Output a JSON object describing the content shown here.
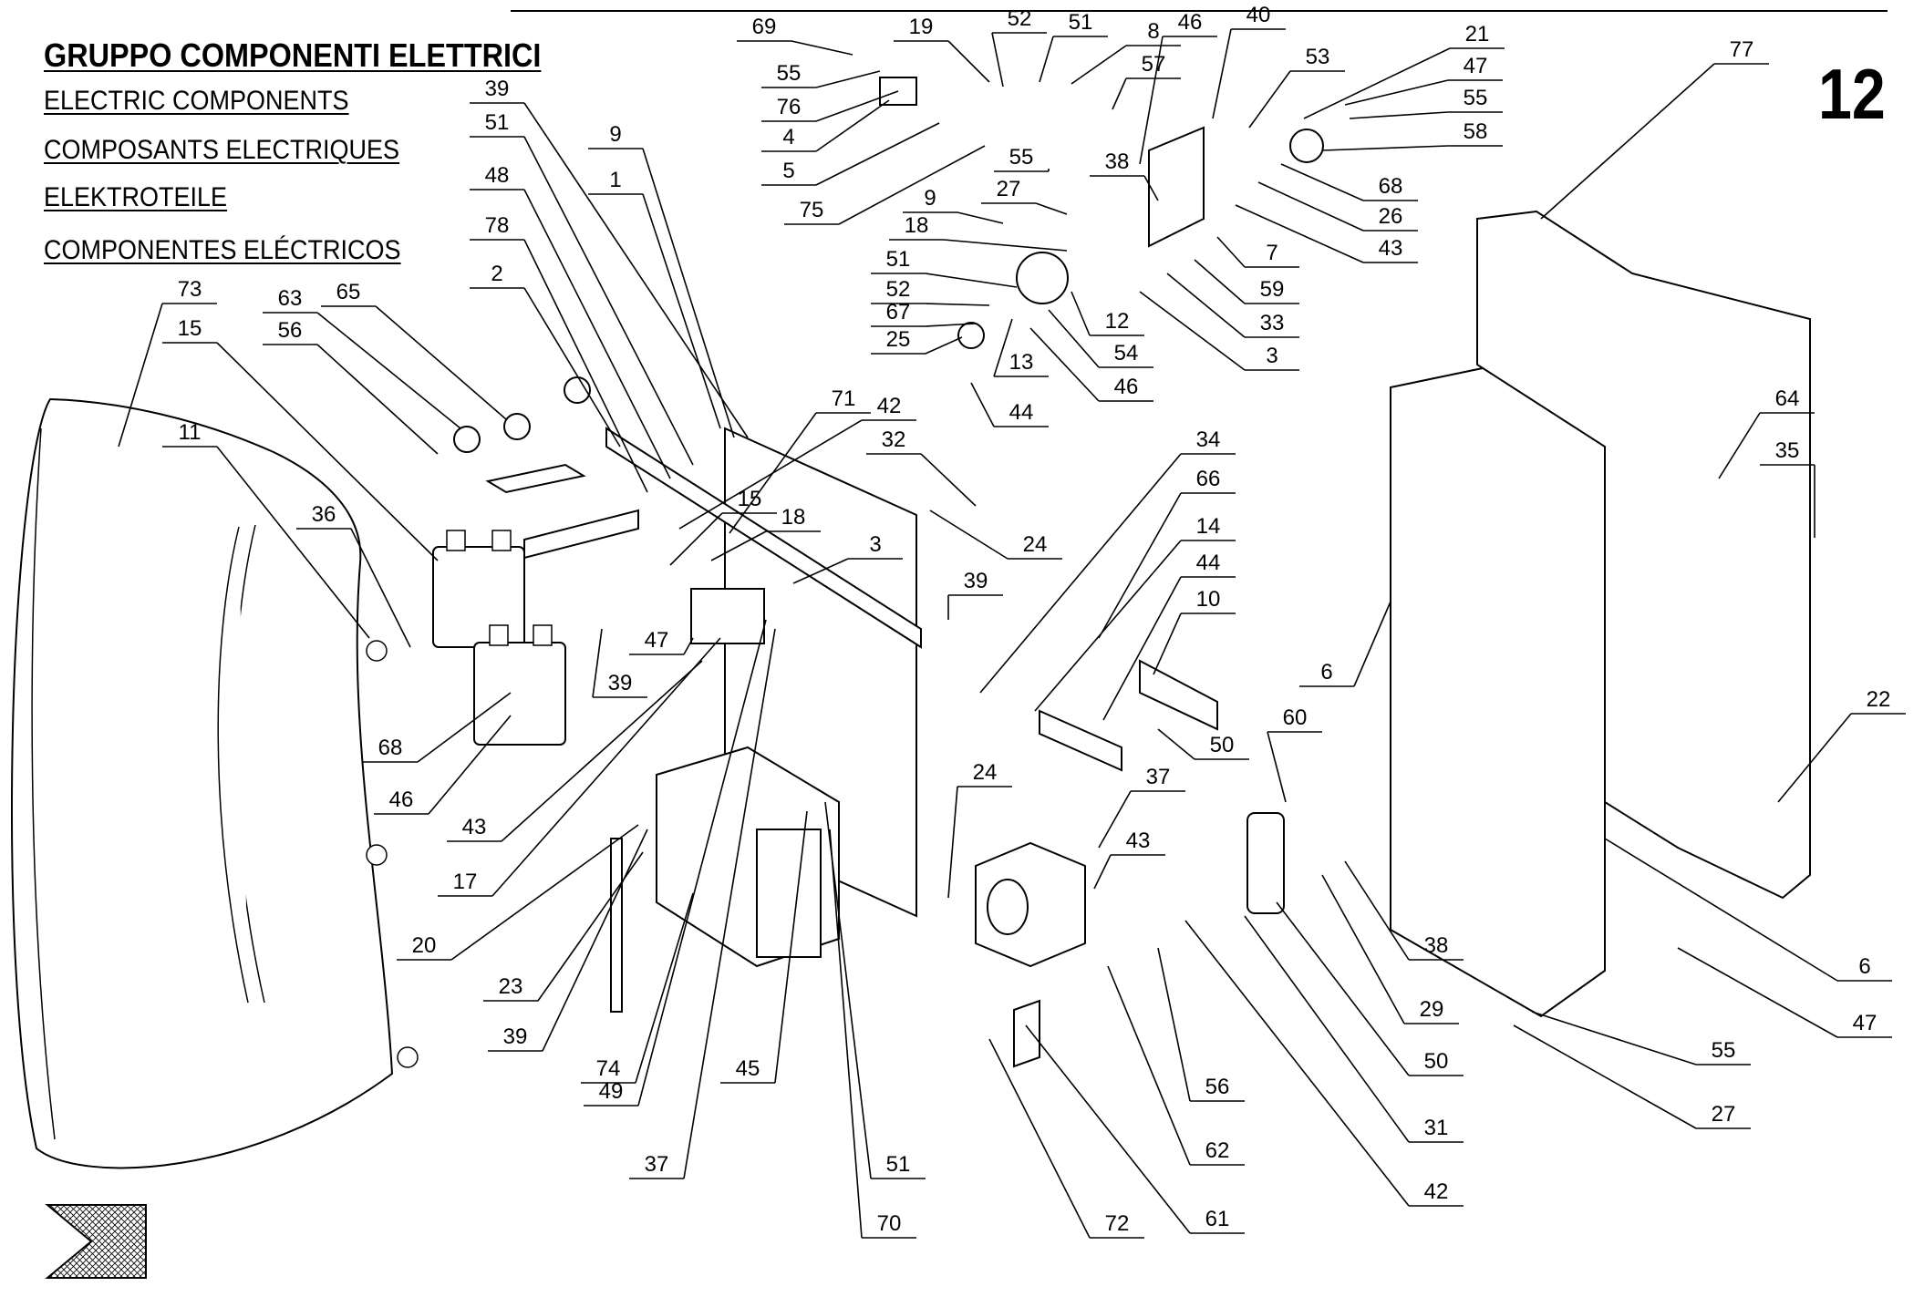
{
  "title": {
    "main": "GRUPPO COMPONENTI ELETTRICI",
    "english": "ELECTRIC COMPONENTS",
    "french": "COMPOSANTS ELECTRIQUES",
    "german": "ELEKTROTEILE",
    "spanish": "COMPONENTES ELÉCTRICOS"
  },
  "page_number": "12",
  "callouts": [
    {
      "id": "c69",
      "n": "69"
    },
    {
      "id": "c19",
      "n": "19"
    },
    {
      "id": "c52a",
      "n": "52"
    },
    {
      "id": "c51a",
      "n": "51"
    },
    {
      "id": "c8",
      "n": "8"
    },
    {
      "id": "c46a",
      "n": "46"
    },
    {
      "id": "c40",
      "n": "40"
    },
    {
      "id": "c53",
      "n": "53"
    },
    {
      "id": "c21",
      "n": "21"
    },
    {
      "id": "c47a",
      "n": "47"
    },
    {
      "id": "c55a",
      "n": "55"
    },
    {
      "id": "c58",
      "n": "58"
    },
    {
      "id": "c57",
      "n": "57"
    },
    {
      "id": "c55b",
      "n": "55"
    },
    {
      "id": "c76",
      "n": "76"
    },
    {
      "id": "c4",
      "n": "4"
    },
    {
      "id": "c5",
      "n": "5"
    },
    {
      "id": "c75",
      "n": "75"
    },
    {
      "id": "c55c",
      "n": "55"
    },
    {
      "id": "c38a",
      "n": "38"
    },
    {
      "id": "c27a",
      "n": "27"
    },
    {
      "id": "c9a",
      "n": "9"
    },
    {
      "id": "c18a",
      "n": "18"
    },
    {
      "id": "c51b",
      "n": "51"
    },
    {
      "id": "c52b",
      "n": "52"
    },
    {
      "id": "c67",
      "n": "67"
    },
    {
      "id": "c25",
      "n": "25"
    },
    {
      "id": "c68a",
      "n": "68"
    },
    {
      "id": "c26",
      "n": "26"
    },
    {
      "id": "c43a",
      "n": "43"
    },
    {
      "id": "c7",
      "n": "7"
    },
    {
      "id": "c59",
      "n": "59"
    },
    {
      "id": "c33",
      "n": "33"
    },
    {
      "id": "c3a",
      "n": "3"
    },
    {
      "id": "c12",
      "n": "12"
    },
    {
      "id": "c54",
      "n": "54"
    },
    {
      "id": "c13",
      "n": "13"
    },
    {
      "id": "c46b",
      "n": "46"
    },
    {
      "id": "c44a",
      "n": "44"
    },
    {
      "id": "c77",
      "n": "77"
    },
    {
      "id": "c39a",
      "n": "39"
    },
    {
      "id": "c51c",
      "n": "51"
    },
    {
      "id": "c48",
      "n": "48"
    },
    {
      "id": "c78",
      "n": "78"
    },
    {
      "id": "c9b",
      "n": "9"
    },
    {
      "id": "c1",
      "n": "1"
    },
    {
      "id": "c2",
      "n": "2"
    },
    {
      "id": "c73",
      "n": "73"
    },
    {
      "id": "c15a",
      "n": "15"
    },
    {
      "id": "c63",
      "n": "63"
    },
    {
      "id": "c56a",
      "n": "56"
    },
    {
      "id": "c65",
      "n": "65"
    },
    {
      "id": "c11",
      "n": "11"
    },
    {
      "id": "c36",
      "n": "36"
    },
    {
      "id": "c71",
      "n": "71"
    },
    {
      "id": "c42a",
      "n": "42"
    },
    {
      "id": "c32",
      "n": "32"
    },
    {
      "id": "c15b",
      "n": "15"
    },
    {
      "id": "c18b",
      "n": "18"
    },
    {
      "id": "c3b",
      "n": "3"
    },
    {
      "id": "c24a",
      "n": "24"
    },
    {
      "id": "c39b",
      "n": "39"
    },
    {
      "id": "c47b",
      "n": "47"
    },
    {
      "id": "c39c",
      "n": "39"
    },
    {
      "id": "c68b",
      "n": "68"
    },
    {
      "id": "c46c",
      "n": "46"
    },
    {
      "id": "c43b",
      "n": "43"
    },
    {
      "id": "c17",
      "n": "17"
    },
    {
      "id": "c20",
      "n": "20"
    },
    {
      "id": "c23",
      "n": "23"
    },
    {
      "id": "c39d",
      "n": "39"
    },
    {
      "id": "c74",
      "n": "74"
    },
    {
      "id": "c49",
      "n": "49"
    },
    {
      "id": "c37a",
      "n": "37"
    },
    {
      "id": "c45",
      "n": "45"
    },
    {
      "id": "c51d",
      "n": "51"
    },
    {
      "id": "c70",
      "n": "70"
    },
    {
      "id": "c34",
      "n": "34"
    },
    {
      "id": "c66",
      "n": "66"
    },
    {
      "id": "c14",
      "n": "14"
    },
    {
      "id": "c44b",
      "n": "44"
    },
    {
      "id": "c10",
      "n": "10"
    },
    {
      "id": "c50a",
      "n": "50"
    },
    {
      "id": "c64",
      "n": "64"
    },
    {
      "id": "c35",
      "n": "35"
    },
    {
      "id": "c6a",
      "n": "6"
    },
    {
      "id": "c60",
      "n": "60"
    },
    {
      "id": "c37b",
      "n": "37"
    },
    {
      "id": "c24b",
      "n": "24"
    },
    {
      "id": "c43c",
      "n": "43"
    },
    {
      "id": "c38b",
      "n": "38"
    },
    {
      "id": "c29",
      "n": "29"
    },
    {
      "id": "c50b",
      "n": "50"
    },
    {
      "id": "c31",
      "n": "31"
    },
    {
      "id": "c42b",
      "n": "42"
    },
    {
      "id": "c56b",
      "n": "56"
    },
    {
      "id": "c62",
      "n": "62"
    },
    {
      "id": "c61",
      "n": "61"
    },
    {
      "id": "c72",
      "n": "72"
    },
    {
      "id": "c22",
      "n": "22"
    },
    {
      "id": "c6b",
      "n": "6"
    },
    {
      "id": "c47c",
      "n": "47"
    },
    {
      "id": "c55d",
      "n": "55"
    },
    {
      "id": "c27b",
      "n": "27"
    }
  ]
}
